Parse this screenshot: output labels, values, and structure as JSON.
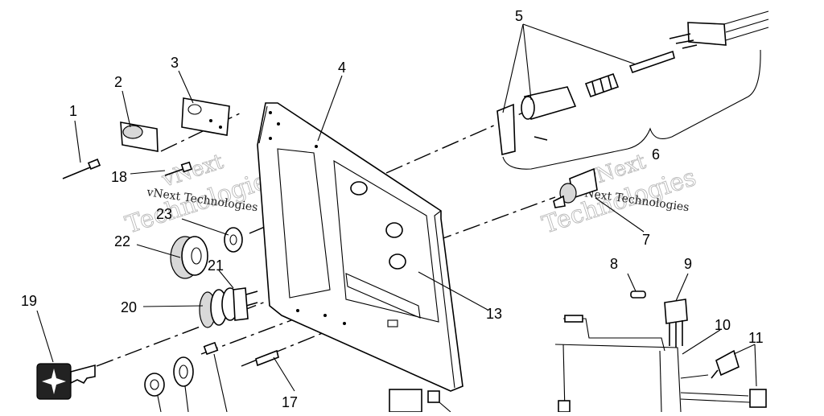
{
  "callouts": [
    {
      "id": "1",
      "label": "1"
    },
    {
      "id": "2",
      "label": "2"
    },
    {
      "id": "3",
      "label": "3"
    },
    {
      "id": "4",
      "label": "4"
    },
    {
      "id": "5",
      "label": "5"
    },
    {
      "id": "6",
      "label": "6"
    },
    {
      "id": "7",
      "label": "7"
    },
    {
      "id": "8",
      "label": "8"
    },
    {
      "id": "9",
      "label": "9"
    },
    {
      "id": "10",
      "label": "10"
    },
    {
      "id": "11",
      "label": "11"
    },
    {
      "id": "13",
      "label": "13"
    },
    {
      "id": "17",
      "label": "17"
    },
    {
      "id": "18",
      "label": "18"
    },
    {
      "id": "19",
      "label": "19"
    },
    {
      "id": "20",
      "label": "20"
    },
    {
      "id": "21",
      "label": "21"
    },
    {
      "id": "22",
      "label": "22"
    },
    {
      "id": "23",
      "label": "23"
    }
  ],
  "watermark": {
    "line1": "vNext",
    "line2": "Technologies",
    "small": "vNext Technologies"
  },
  "colors": {
    "ink": "#000000",
    "watermark": "#b9b9b9",
    "background": "#ffffff"
  }
}
